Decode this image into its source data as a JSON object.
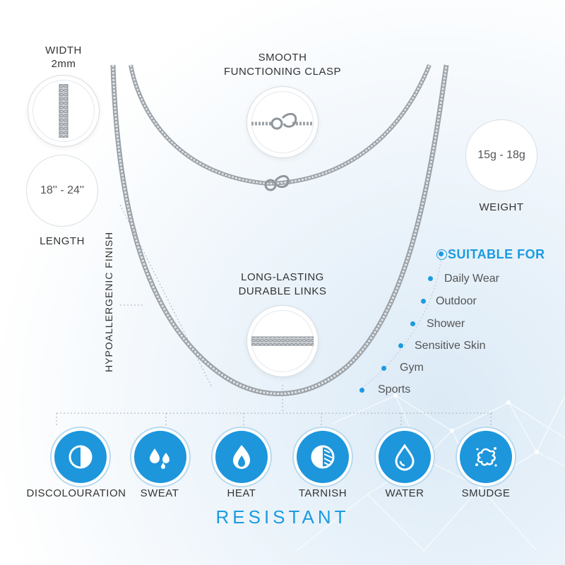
{
  "width": {
    "label": "WIDTH",
    "value": "2mm"
  },
  "clasp": {
    "line1": "SMOOTH",
    "line2": "FUNCTIONING CLASP"
  },
  "length": {
    "value": "18'' - 24''",
    "label": "LENGTH"
  },
  "weight": {
    "value": "15g - 18g",
    "label": "WEIGHT"
  },
  "finish": "HYPOALLERGENIC FINISH",
  "links": {
    "line1": "LONG-LASTING",
    "line2": "DURABLE LINKS"
  },
  "suitable": {
    "title": "SUITABLE FOR",
    "items": [
      "Daily Wear",
      "Outdoor",
      "Shower",
      "Sensitive Skin",
      "Gym",
      "Sports"
    ]
  },
  "resistant": {
    "title": "RESISTANT",
    "items": [
      {
        "label": "DISCOLOURATION",
        "icon": "half-circle-icon"
      },
      {
        "label": "SWEAT",
        "icon": "drops-icon"
      },
      {
        "label": "HEAT",
        "icon": "flame-icon"
      },
      {
        "label": "TARNISH",
        "icon": "tarnish-icon"
      },
      {
        "label": "WATER",
        "icon": "water-drop-icon"
      },
      {
        "label": "SMUDGE",
        "icon": "splat-icon"
      }
    ]
  },
  "colors": {
    "accent": "#1b9be0",
    "icon_bg": "#1d96dc"
  }
}
